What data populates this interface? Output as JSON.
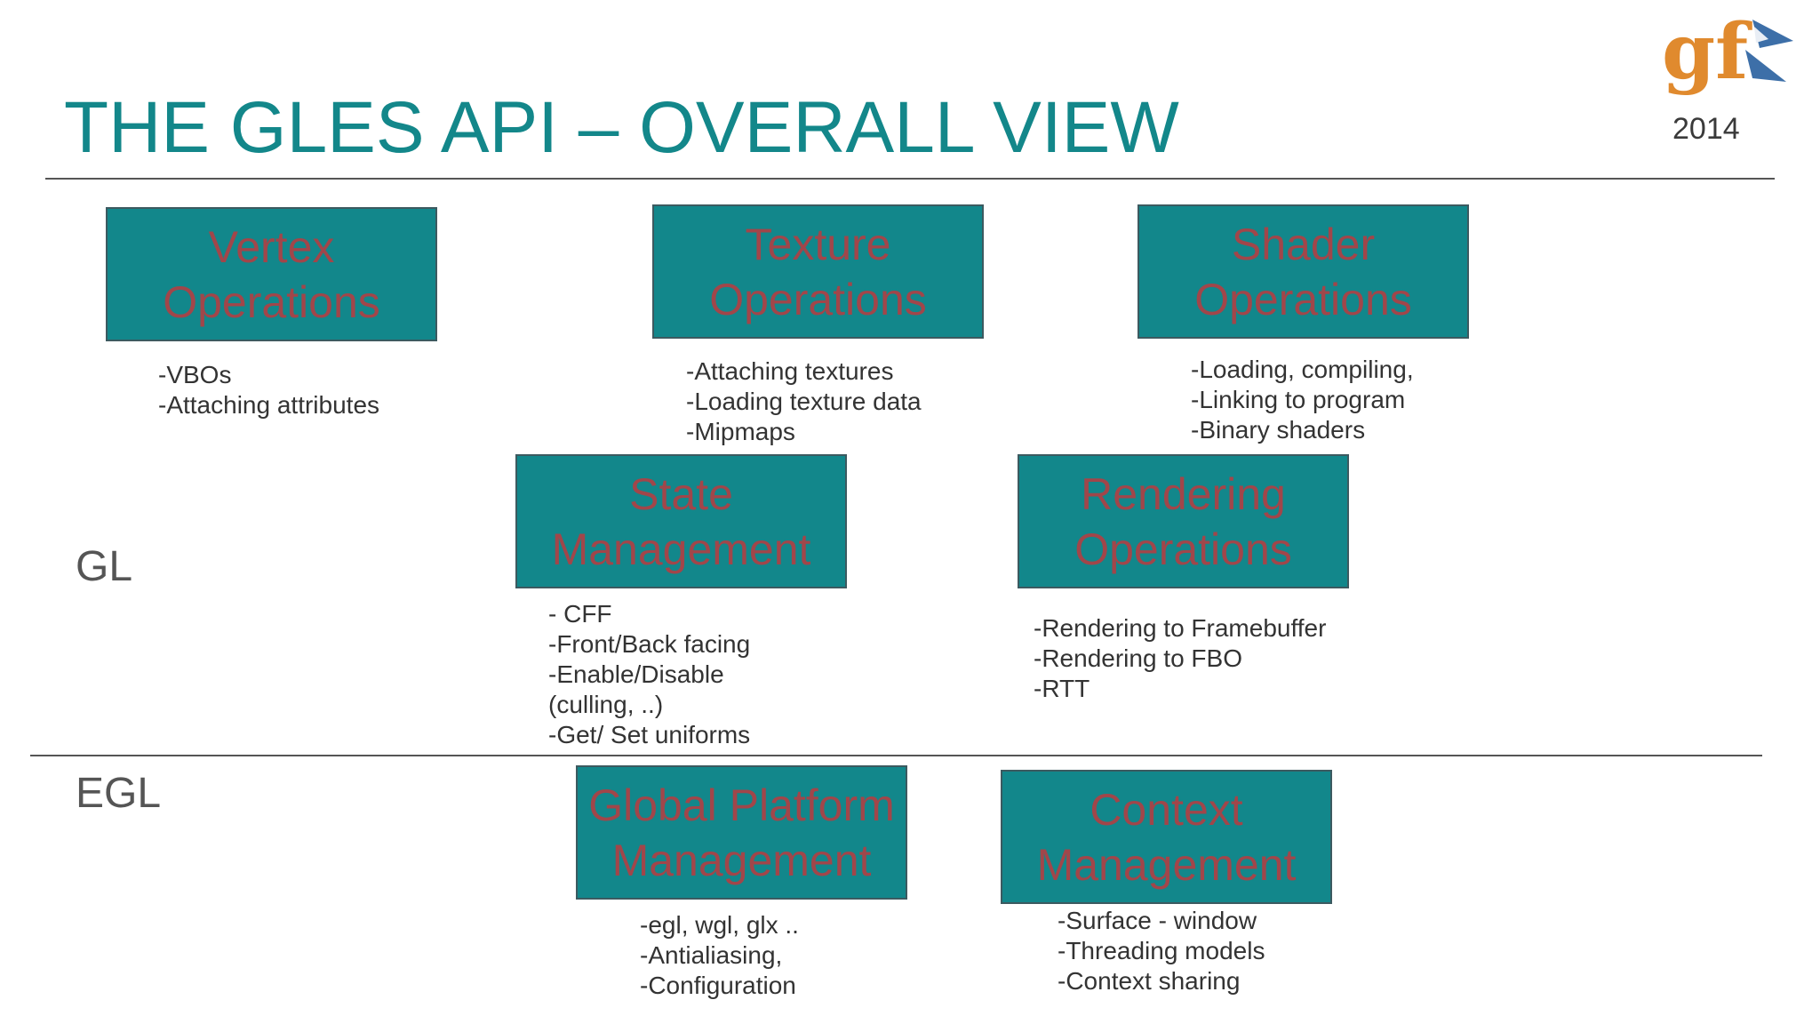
{
  "slide": {
    "title": "THE GLES API – OVERALL VIEW",
    "year": "2014",
    "logo_text": "gf",
    "colors": {
      "title": "#13878a",
      "box_fill": "#12878b",
      "box_text": "#a1464a",
      "logo_orange": "#e08a2e",
      "logo_blue": "#3d6fa8"
    }
  },
  "sections": {
    "gl": "GL",
    "egl": "EGL"
  },
  "boxes": {
    "vertex": {
      "line1": "Vertex",
      "line2": "Operations",
      "notes": [
        "-VBOs",
        "-Attaching attributes"
      ]
    },
    "texture": {
      "line1": "Texture",
      "line2": "Operations",
      "notes": [
        "-Attaching textures",
        "-Loading texture data",
        "-Mipmaps"
      ]
    },
    "shader": {
      "line1": "Shader",
      "line2": "Operations",
      "notes": [
        "-Loading, compiling,",
        "-Linking to program",
        "-Binary shaders"
      ]
    },
    "state": {
      "line1": "State",
      "line2": "Management",
      "notes": [
        "- CFF",
        "-Front/Back facing",
        "-Enable/Disable",
        "(culling, ..)",
        "-Get/ Set uniforms"
      ]
    },
    "rendering": {
      "line1": "Rendering",
      "line2": "Operations",
      "notes": [
        "-Rendering to Framebuffer",
        "-Rendering to FBO",
        "-RTT"
      ]
    },
    "platform": {
      "line1": "Global Platform",
      "line2": "Management",
      "notes": [
        "-egl, wgl, glx ..",
        "-Antialiasing,",
        "-Configuration"
      ]
    },
    "context": {
      "line1": "Context",
      "line2": "Management",
      "notes": [
        "-Surface - window",
        "-Threading models",
        "-Context sharing"
      ]
    }
  }
}
